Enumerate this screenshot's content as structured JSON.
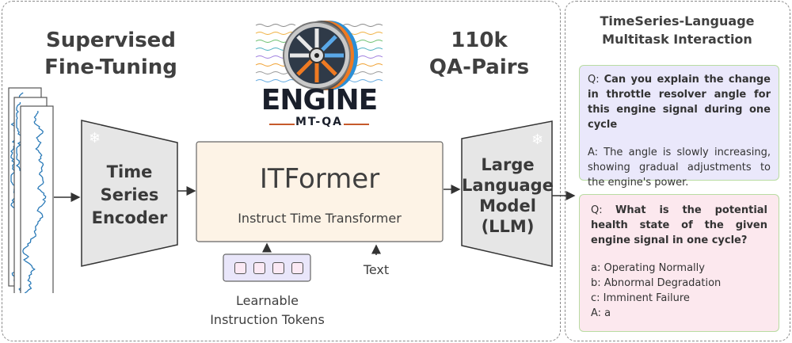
{
  "left_panel": {
    "title_line1": "Supervised",
    "title_line2": "Fine-Tuning",
    "dataset_count_line1": "110k",
    "dataset_count_line2": "QA-Pairs",
    "logo": {
      "name": "ENGINE",
      "subtitle": "MT-QA",
      "icon": "turbofan-engine-icon",
      "colors": {
        "text": "#1a1f2b",
        "accent": "#c65a2b",
        "blue": "#2b8fd6",
        "orange": "#ef7a22"
      }
    },
    "encoder": {
      "line1": "Time",
      "line2": "Series",
      "line3": "Encoder",
      "frozen_icon": "snowflake-icon"
    },
    "itformer": {
      "title": "ITFormer",
      "subtitle": "Instruct Time Transformer"
    },
    "llm": {
      "line1": "Large",
      "line2": "Language",
      "line3": "Model",
      "line4": "(LLM)",
      "frozen_icon": "snowflake-icon"
    },
    "instruction_tokens": {
      "count": 4,
      "label_line1": "Learnable",
      "label_line2": "Instruction Tokens"
    },
    "text_input_label": "Text"
  },
  "right_panel": {
    "title_line1": "TimeSeries-Language",
    "title_line2": "Multitask Interaction",
    "qa1": {
      "q_prefix": "Q: ",
      "question": "Can you explain the change in throttle resolver angle for this engine signal during one cycle",
      "answer": "A: The angle is slowly increasing, showing gradual adjustments to the engine's power.",
      "bg": "#eae8fb"
    },
    "qa2": {
      "q_prefix": "Q: ",
      "question": "What is the potential health state of the given engine signal in one cycle?",
      "options": [
        "a: Operating Normally",
        "b: Abnormal Degradation",
        "c: Imminent Failure"
      ],
      "answer": "A: a",
      "bg": "#fce8ee"
    }
  },
  "colors": {
    "frustum_fill": "#e6e6e6",
    "itformer_fill": "#fdf3e6",
    "token_box_fill": "#e9e6fa",
    "signal_blue": "#2a7ab8",
    "border": "#8a8a8a"
  }
}
